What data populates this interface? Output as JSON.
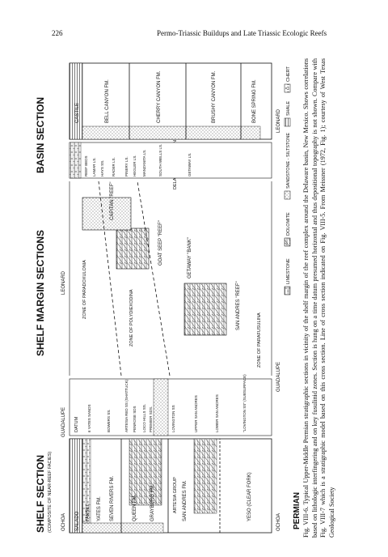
{
  "header": {
    "page_number": "226",
    "running_head": "Permo-Triassic Buildups and Late Triassic Ecologic Reefs"
  },
  "figure": {
    "titles": {
      "shelf": "SHELF SECTION",
      "shelf_sub": "(COMPOSITE OF NEAR-REEF FACIES)",
      "margin": "SHELF MARGIN SECTIONS",
      "basin": "BASIN SECTION"
    },
    "series_top": [
      "OCHOA",
      "GUADALUPE",
      "LEONARD"
    ],
    "series_bottom": [
      "OCHOA",
      "GUADALUPE",
      "LEONARD"
    ],
    "system": "PERMIAN",
    "groups": {
      "artesia": "ARTESIA GROUP",
      "mountain": "DELAWARE MOUNTAIN GROUP"
    },
    "formations_shelf": [
      "SALADO",
      "TANSILL",
      "YATES FM.",
      "SEVEN RIVERS FM.",
      "QUEEN FM.",
      "GRAYBURG FM.",
      "SAN ANDRES FM.",
      "YESO (CLEAR FORK)"
    ],
    "formations_basin": [
      "CASTILE",
      "BELL CANYON FM.",
      "CHERRY CANYON FM.",
      "BRUSHY CANYON FM.",
      "BONE SPRING FM."
    ],
    "reefs": [
      "CAPITAN \"REEF\"",
      "GOAT SEEP \"REEF\"",
      "GETAWAY \"BANK\"",
      "SAN ANDRES \"REEF\""
    ],
    "zones": [
      "ZONE OF PARADOXULONIA",
      "ZONE OF POLYDIEXODINA",
      "ZONE OF PARAFUSULINA"
    ],
    "datum": "DATUM",
    "shelf_marker_beds": [
      "6 YATES SANDS",
      "BOWERS SS.",
      "ARTESIA RED SS (SHATTUCK)",
      "PENROSE SDS",
      "LOCO HILLS SS.",
      "PREMIER SDS.",
      "LOVINGTON SS",
      "UPPER SAN ANDRES",
      "LOWER SAN ANDRES",
      "\"LOVINGTON SS\" (SUBSURFACE)"
    ],
    "basin_marker_beds": [
      "REEF BEDS",
      "LAMAR LS.",
      "HAYS SS.",
      "RADER LS.",
      "PINERY LS.",
      "HEGLER LS.",
      "MANZANITA LS.",
      "SOUTH WELLS LS.",
      "GETAWAY LS."
    ],
    "legend": [
      "LIMESTONE",
      "DOLOMITE",
      "SANDSTONE - SILTSTONE",
      "SHALE",
      "CHERT"
    ]
  },
  "caption": {
    "text": "Fig. VIII-6. Typical Upper-Middle Permian stratigraphic sections in vicinity of the shelf margin of the reef complex around the Delaware basin, New Mexico. Shows correlations based on lithologic interfingering and on key fusulinid zones. Section is hung on a time datum presumed horizontal and thus depositional topography is not shown. Compare with Fig. VIII-7 which is a stratigraphic model based on this cross section. Line of cross section indicated on Fig. VIII-5. From Meissner (1972, Fig. 1); courtesy of West Texas Geological Society"
  }
}
